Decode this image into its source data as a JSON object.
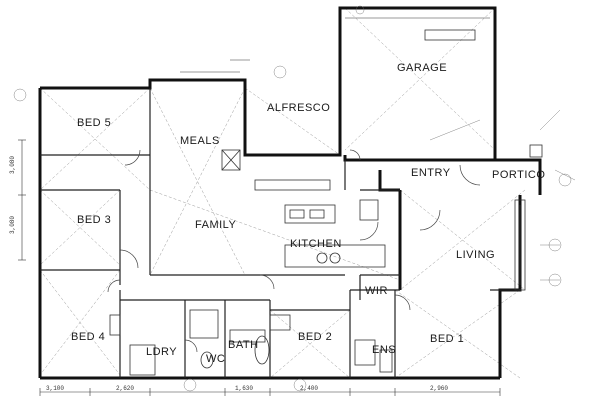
{
  "plan": {
    "rooms": {
      "garage": "GARAGE",
      "alfresco": "ALFRESCO",
      "bed5": "BED 5",
      "meals": "MEALS",
      "entry": "ENTRY",
      "portico": "PORTICO",
      "bed3": "BED 3",
      "family": "FAMILY",
      "kitchen": "KITCHEN",
      "living": "LIVING",
      "wir": "WIR",
      "bed4": "BED 4",
      "ldry": "LDRY",
      "wc": "WC",
      "bath": "BATH",
      "bed2": "BED 2",
      "ens": "ENS",
      "bed1": "BED 1"
    },
    "dimensions": {
      "bottom_1": "3,100",
      "bottom_2": "2,620",
      "bottom_3": "1,630",
      "bottom_4": "2,400",
      "bottom_5": "2,960",
      "left_1": "3,080",
      "left_2": "3,080"
    }
  }
}
